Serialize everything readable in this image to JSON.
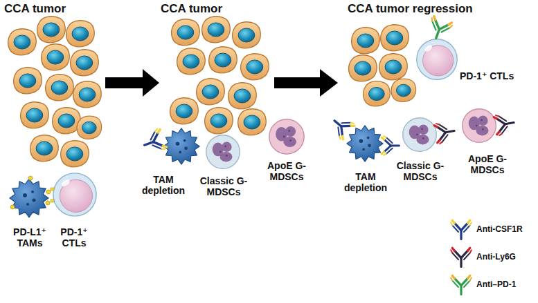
{
  "diagram": {
    "labels": [
      "CCA tumor",
      "CCA tumor",
      "CCA tumor regression",
      "PD-L1⁺ TAMs",
      "PD-1⁺ CTLs",
      "TAM depletion",
      "Classic G-MDSCs",
      "ApoE G-MDSCs",
      "PD-1⁺ CTLs",
      "TAM depletion",
      "Classic G-MDSCs",
      "ApoE G-MDSCs"
    ],
    "legend": [
      {
        "text": "Anti-CSF1R"
      },
      {
        "text": "Anti-Ly6G"
      },
      {
        "text": "Anti–PD-1"
      }
    ]
  }
}
